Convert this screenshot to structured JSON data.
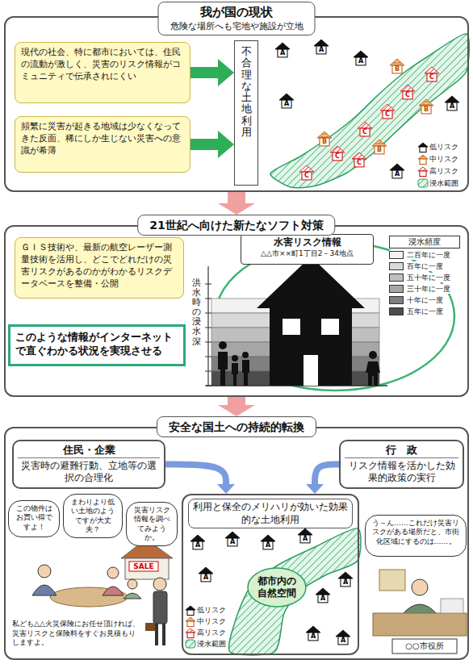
{
  "diagram": {
    "nodes": [
      {
        "text": [
          "我が国の現状",
          "危険な場所へも宅地や施設が立地"
        ]
      },
      {
        "text": [
          "現代の社会、特に都市においては、住民の流動が激しく、災害のリスク情報がコミュニティで伝承されにくい"
        ],
        "in": 0
      },
      {
        "text": [
          "頻繁に災害が起きる地域は少なくなってきた反面、稀にしか生じない災害への意識が希薄"
        ],
        "in": 0
      },
      {
        "text": [
          "不合理な土地利用"
        ],
        "in": 0
      },
      {
        "text": [
          "21世紀へ向けた新たなソフト対策"
        ]
      },
      {
        "text": [
          "ＧＩＳ技術や、最新の航空レーザー測量技術を活用し、どこでどれだけの災害リスクがあるのかがわかるリスクデータベースを整備・公開"
        ],
        "in": 4
      },
      {
        "text": [
          "このような情報がインターネットで直ぐわかる状況を実現させる"
        ],
        "in": 4
      },
      {
        "text": [
          "水害リスク情報",
          "△△市××町1丁目2－34地点"
        ],
        "in": 4
      },
      {
        "text": [
          "安全な国土への持続的転換"
        ]
      },
      {
        "text": [
          "住民・企業",
          "災害時の避難行動、立地等の選択の合理化"
        ],
        "in": 8
      },
      {
        "text": [
          "行　政",
          "リスク情報を活かした効果的政策の実行"
        ],
        "in": 8
      },
      {
        "text": [
          "利用と保全のメリハリが効いた効果的な土地利用"
        ],
        "in": 8
      },
      {
        "text": [
          "この物件はお買い得ですよ！"
        ],
        "in": 8
      },
      {
        "text": [
          "まわりより低い土地のようですが大丈夫？"
        ],
        "in": 8
      },
      {
        "text": [
          "災害リスク情報を調べてみようか。"
        ],
        "in": 8
      },
      {
        "text": [
          "う～ん……これだけ災害リスクがある場所だと、市街化区域にするのは……。"
        ],
        "in": 8
      }
    ],
    "edges": [
      {
        "from": 1,
        "to": 3,
        "arrow": "to"
      },
      {
        "from": 2,
        "to": 3,
        "arrow": "to"
      },
      {
        "from": 0,
        "to": 4,
        "arrow": "to"
      },
      {
        "from": 4,
        "to": 8,
        "arrow": "to"
      },
      {
        "from": 9,
        "to": 11,
        "arrow": "to"
      },
      {
        "from": 10,
        "to": 11,
        "arrow": "to"
      }
    ],
    "labels": [
      "A",
      "A",
      "A",
      "A",
      "A",
      "A",
      "B",
      "B",
      "B",
      "B",
      "C",
      "C",
      "C",
      "C",
      "C",
      "C",
      "C",
      "洪水時の浸水深",
      "浸水頻度",
      "SALE",
      "A",
      "A",
      "A",
      "A",
      "A",
      "A",
      "A",
      "A",
      "A",
      "都市内の自然空間",
      "私ども△△火災保険にお任せ頂ければ、災害リスクと保険料をすぐお見積もりしますよ。",
      "○○市役所"
    ],
    "legend": [
      {
        "text": "低リスク"
      },
      {
        "text": "中リスク"
      },
      {
        "text": "高リスク"
      },
      {
        "text": "浸水範囲"
      },
      {
        "text": "二百年に一度",
        "color": "#f2f2f2"
      },
      {
        "text": "百年に一度",
        "color": "#d9d9d9"
      },
      {
        "text": "五十年に一度",
        "color": "#bfbfbf"
      },
      {
        "text": "三十年に一度",
        "color": "#a6a6a6"
      },
      {
        "text": "十年に一度",
        "color": "#808080"
      },
      {
        "text": "五年に一度",
        "color": "#4d4d4d"
      },
      {
        "text": "低リスク"
      },
      {
        "text": "中リスク"
      },
      {
        "text": "高リスク"
      },
      {
        "text": "浸水範囲"
      }
    ]
  }
}
